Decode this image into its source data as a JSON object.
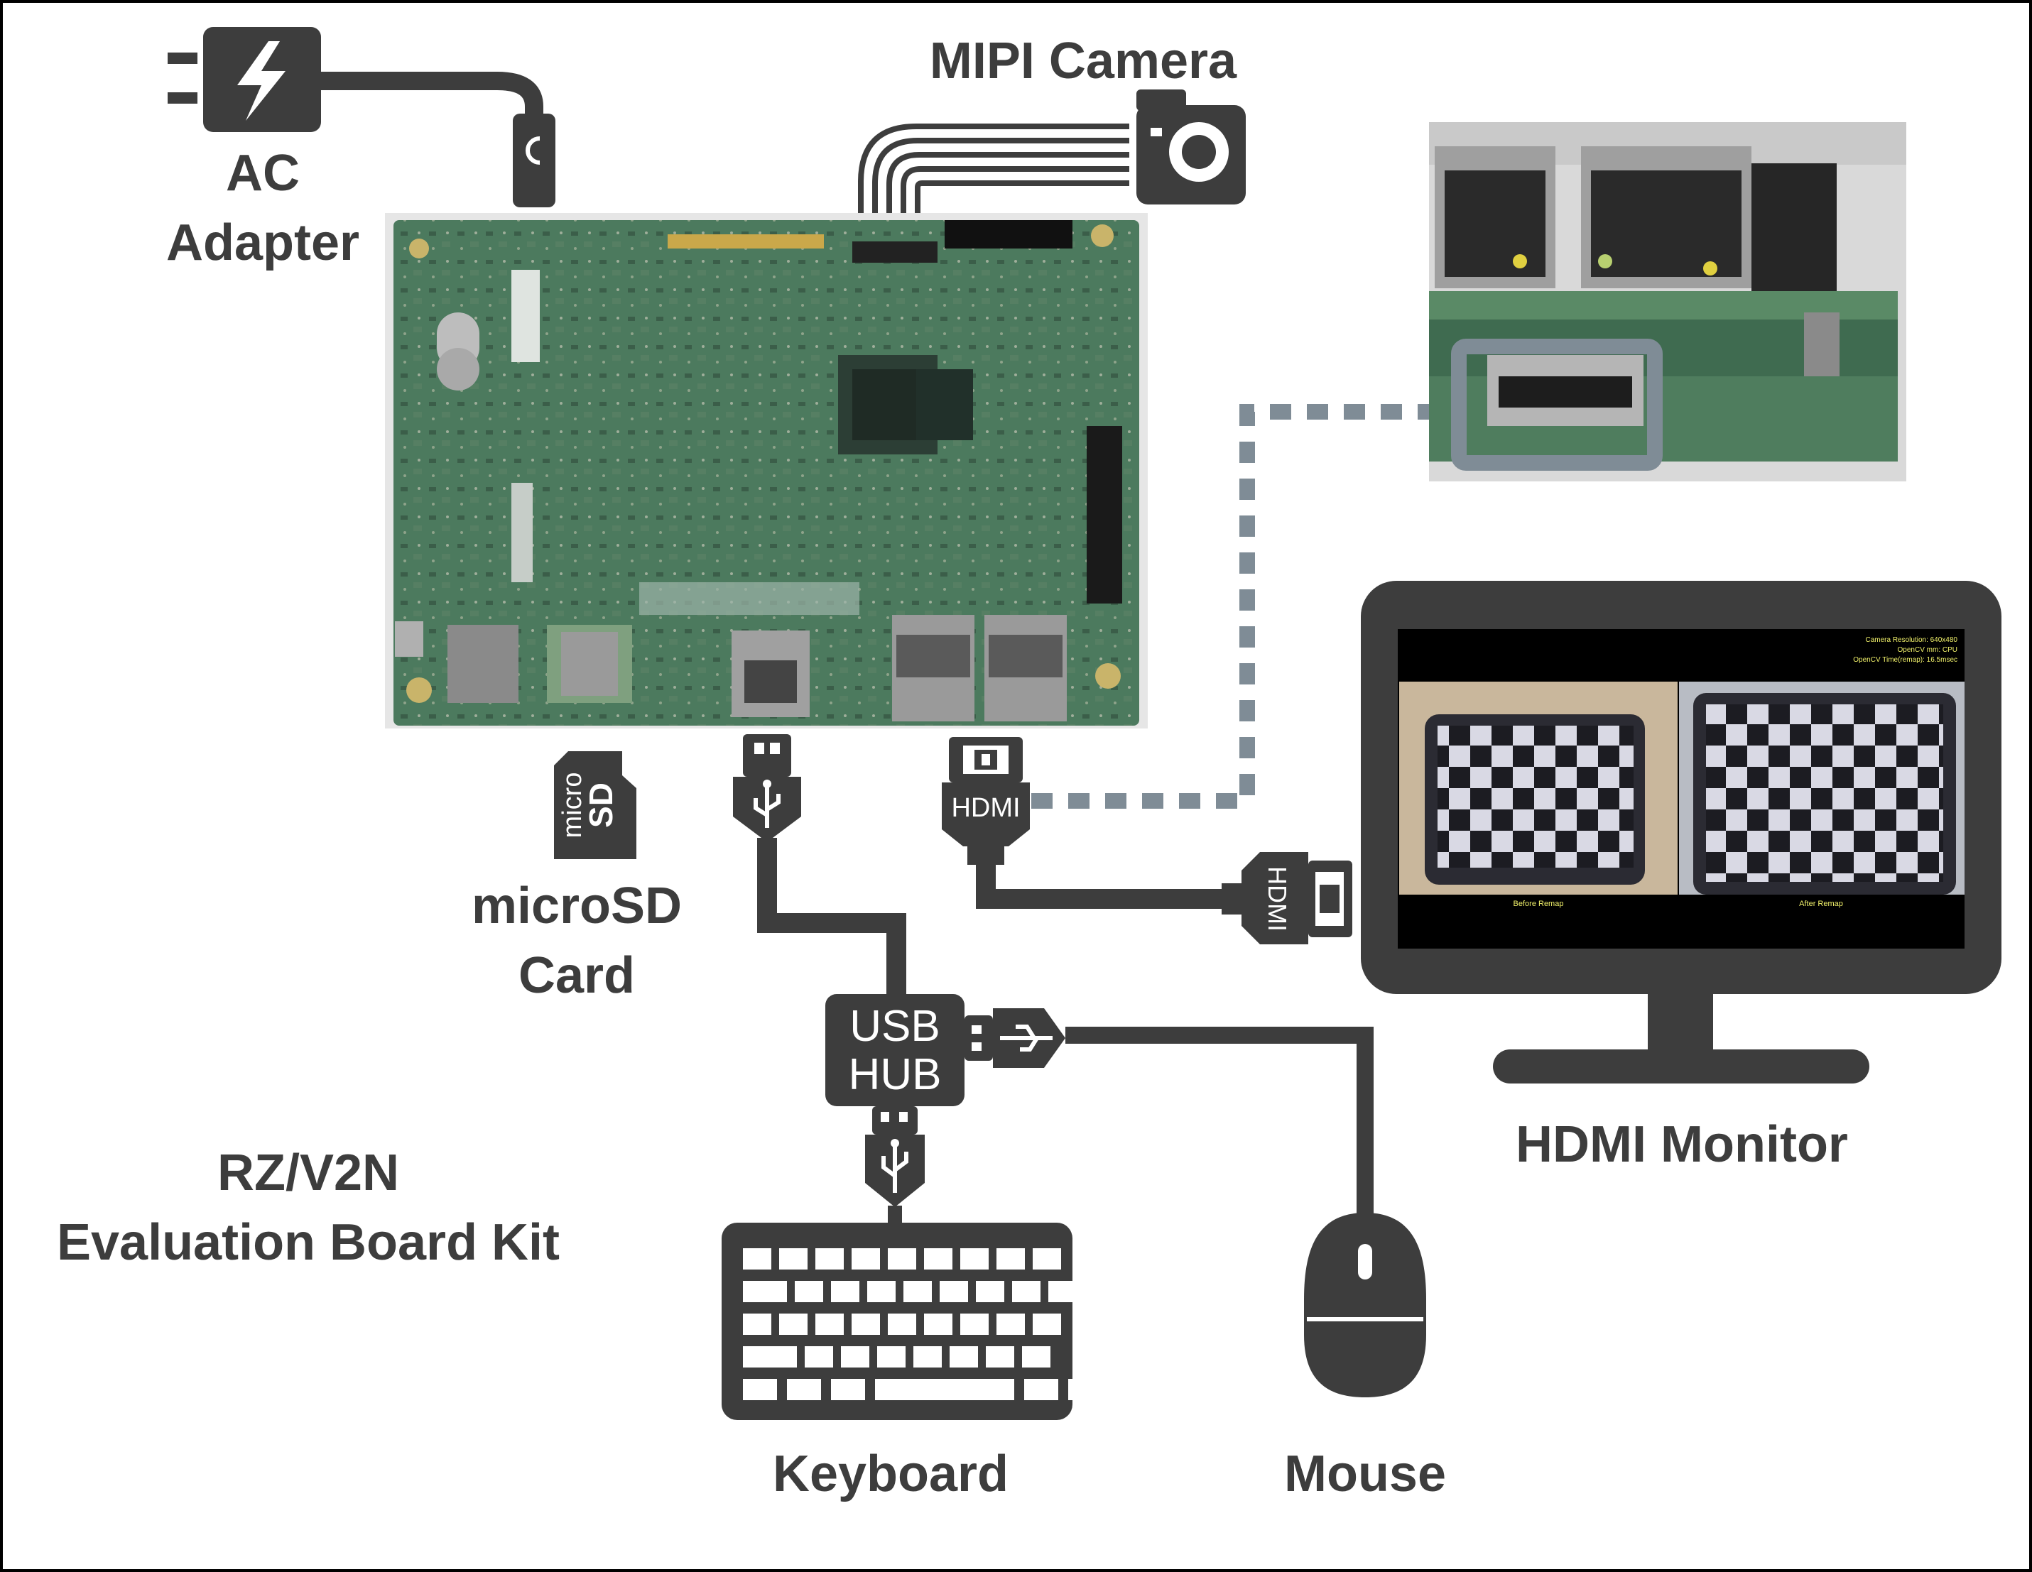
{
  "labels": {
    "ac_adapter_line1": "AC",
    "ac_adapter_line2": "Adapter",
    "mipi_camera": "MIPI Camera",
    "microsd_line1": "microSD",
    "microsd_line2": "Card",
    "microsd_icon_line1": "micro",
    "microsd_icon_line2": "SD",
    "board_line1": "RZ/V2N",
    "board_line2": "Evaluation Board Kit",
    "usb_hub_line1": "USB",
    "usb_hub_line2": "HUB",
    "hdmi_plug": "HDMI",
    "hdmi_plug_rotated": "HDMI",
    "hdmi_monitor": "HDMI Monitor",
    "keyboard": "Keyboard",
    "mouse": "Mouse"
  },
  "monitor_screen": {
    "top_right_lines": [
      "Camera Resolution: 640x480",
      "OpenCV mm: CPU",
      "OpenCV Time(remap): 16.5msec"
    ],
    "caption_left": "Before Remap",
    "caption_right": "After Remap"
  },
  "colors": {
    "icon_dark": "#3d3d3d",
    "dotted_link": "#7f8c96",
    "board_green": "#3f6b50",
    "border": "#000000"
  }
}
